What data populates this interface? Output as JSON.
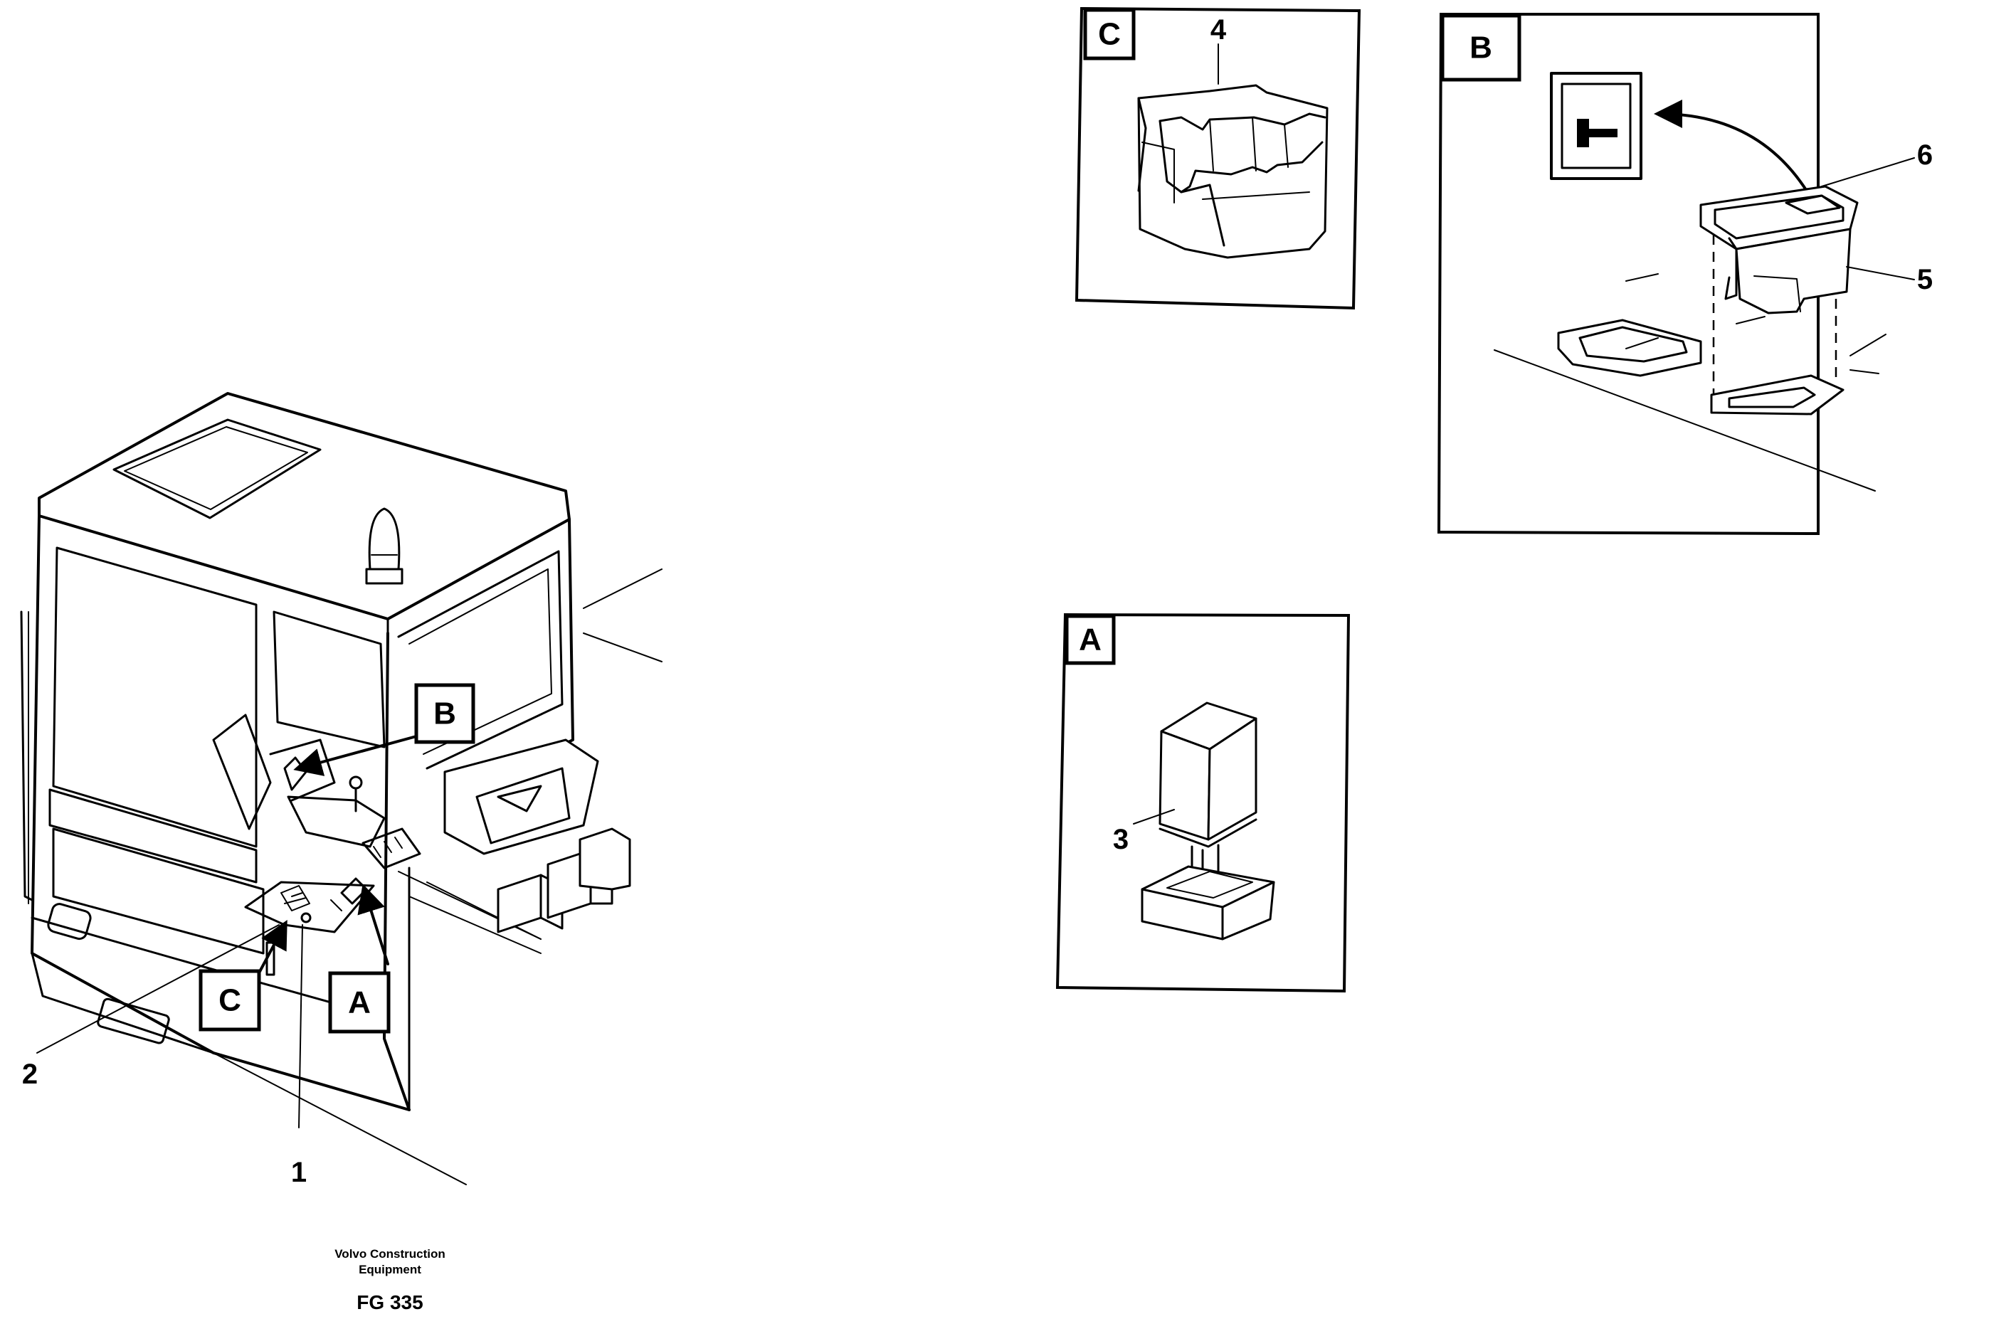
{
  "callouts": {
    "main_a": "A",
    "main_b": "B",
    "main_c": "C",
    "detail_a": "A",
    "detail_b": "B",
    "detail_c": "C"
  },
  "part_numbers": {
    "p1": "1",
    "p2": "2",
    "p3": "3",
    "p4": "4",
    "p5": "5",
    "p6": "6"
  },
  "footer": {
    "maker_line1": "Volvo Construction",
    "maker_line2": "Equipment",
    "figure_code": "FG 335"
  },
  "icons": {
    "switch_symbol": "hammer-icon",
    "beacon": "rotating-beacon-icon"
  },
  "colors": {
    "ink": "#000000",
    "paper": "#ffffff"
  }
}
